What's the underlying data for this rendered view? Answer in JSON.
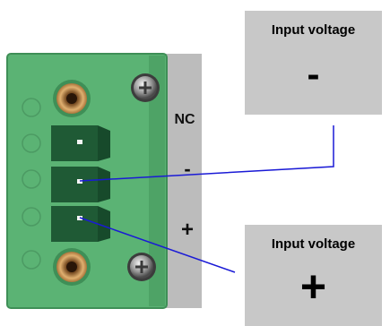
{
  "labels": {
    "nc": "NC",
    "minus": "-",
    "plus": "+"
  },
  "callouts": {
    "minus": {
      "title": "Input voltage",
      "symbol": "-"
    },
    "plus": {
      "title": "Input voltage",
      "symbol": "+"
    }
  },
  "colors": {
    "connector_green": "#5bb374",
    "plug_dark": "#1f5a35",
    "rail_gray": "#bcbcbc",
    "callout_gray": "#c8c8c8",
    "leader_line": "#1a1ad6"
  }
}
